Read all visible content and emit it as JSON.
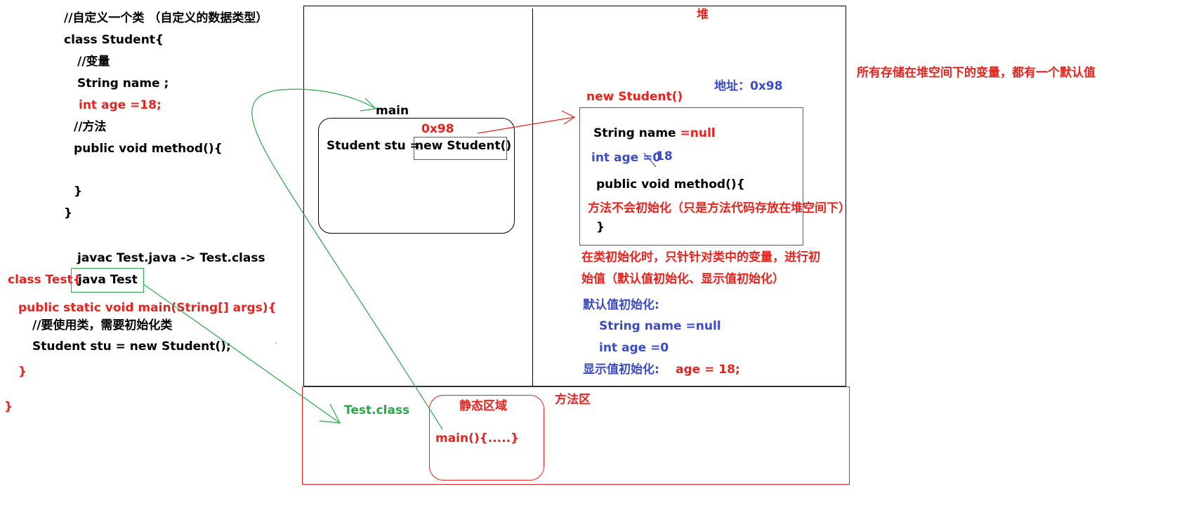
{
  "code": {
    "comment_class": "//自定义一个类  （自定义的数据类型）",
    "class_decl": "class Student{",
    "comment_var": "//变量",
    "field_name": "String  name ;",
    "field_age": "int   age =18;",
    "comment_method": "//方法",
    "method_decl": "public void method(){",
    "method_close": "}",
    "class_close": "}",
    "compile_cmd": "javac Test.java     ->  Test.class",
    "test_class": "class Test{",
    "run_cmd": "java  Test",
    "main_decl": "public static void main(String[] args){",
    "comment_use": "//要使用类，需要初始化类",
    "new_stmt": "Student  stu  = new Student();",
    "main_close": "}",
    "test_close": "}"
  },
  "stack": {
    "frame_label": "main",
    "address": "0x98",
    "stmt_prefix": "Student  stu =",
    "stmt_new": "new  Student()"
  },
  "heap": {
    "title": "堆",
    "note_default": "所有存储在堆空间下的变量，都有一个默认值",
    "object_label": "new  Student()",
    "address_label": "地址：0x98",
    "field_name_prefix": "String  name",
    "field_name_value": "=null",
    "field_age_old": "int age =0",
    "field_age_new": "18",
    "method_decl": "public void method(){",
    "method_note": "方法不会初始化（只是方法代码存放在堆空间下）",
    "method_close": "}",
    "init_note_1": "在类初始化时，只针针对类中的变量，进行初",
    "init_note_2": "始值（默认值初始化、显示值初始化）",
    "default_init_title": "默认值初始化:",
    "default_init_name": "String name =null",
    "default_init_age": "int  age =0",
    "explicit_init_title": "显示值初始化:",
    "explicit_init_age": "age = 18;"
  },
  "method_area": {
    "title": "方法区",
    "class_file": "Test.class",
    "static_title": "静态区域",
    "main_method": "main(){.....}"
  },
  "colors": {
    "red": "#e8231e",
    "blue": "#3b4bc8",
    "green": "#2aa84a",
    "black": "#000000"
  }
}
